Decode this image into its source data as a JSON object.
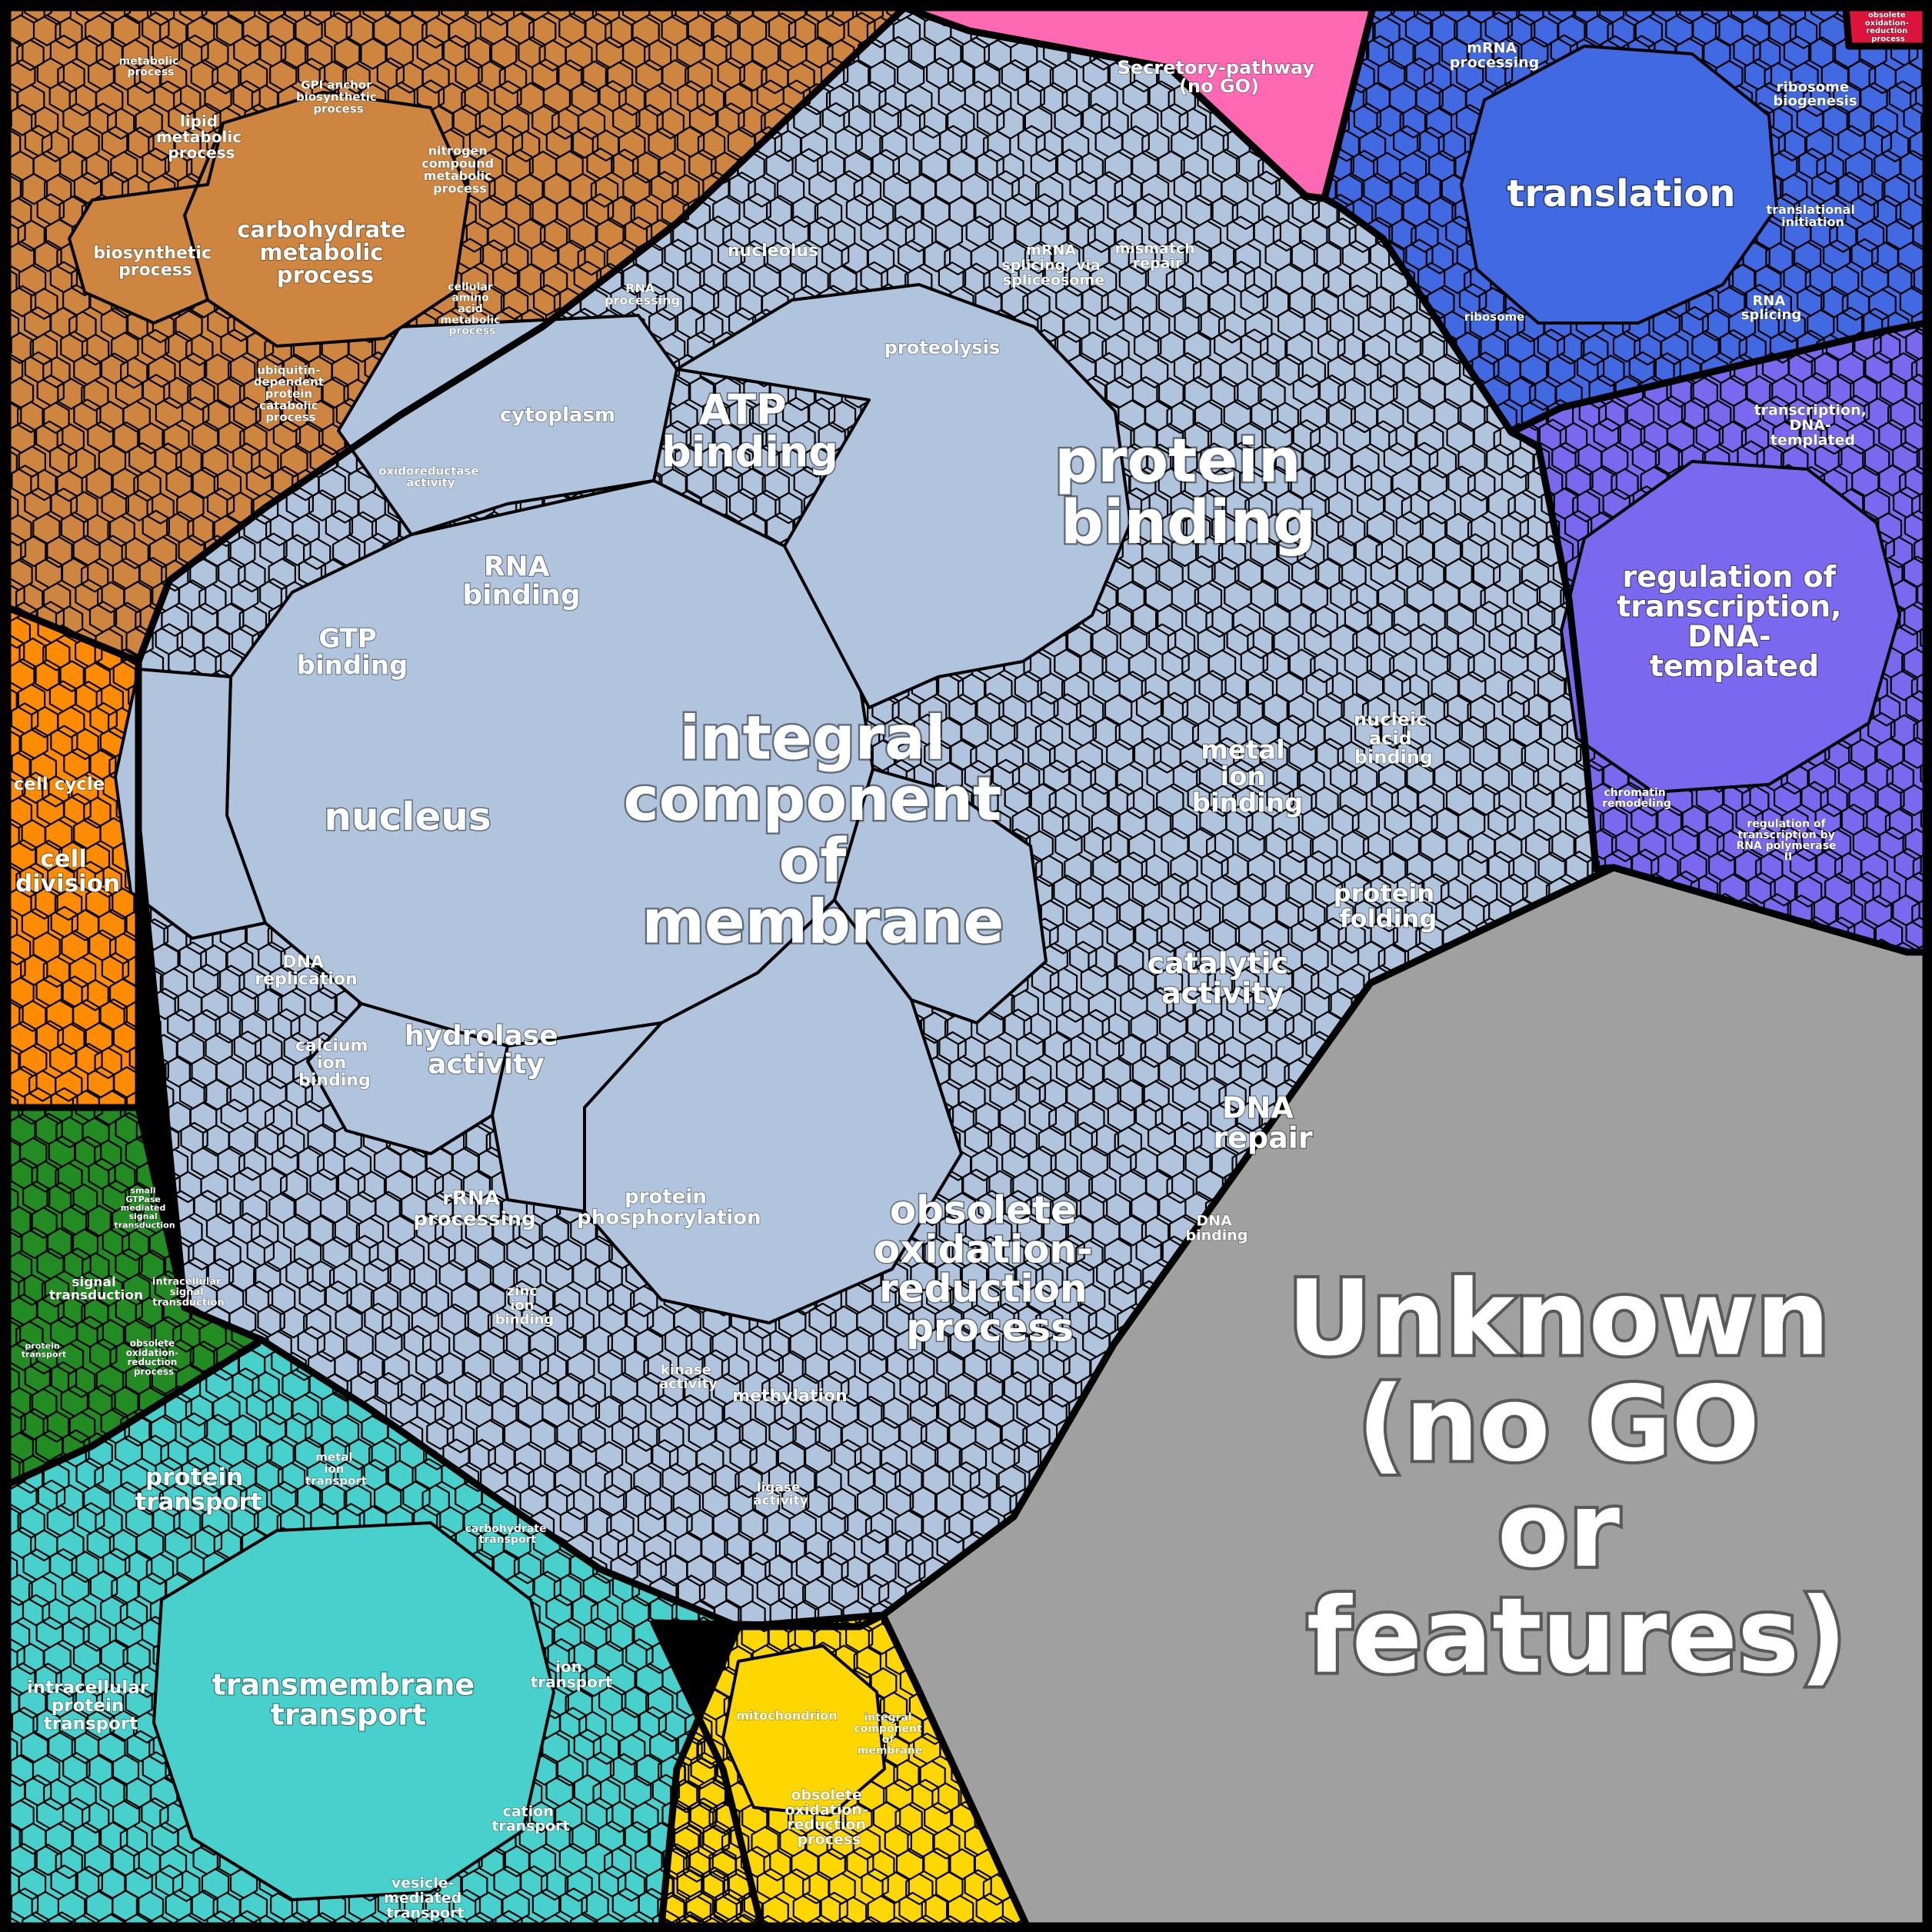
{
  "chart_data": {
    "type": "voronoi-treemap",
    "groups": [
      {
        "name": "Unknown (no GO or features)",
        "color": "#A0A0A0"
      },
      {
        "name": "Secretory-pathway (no GO)",
        "color": "#FF69B4"
      },
      {
        "name": "",
        "color": "#B0C4DE"
      },
      {
        "name": "",
        "color": "#CD853F"
      },
      {
        "name": "",
        "color": "#4169E1"
      },
      {
        "name": "",
        "color": "#7B68EE"
      },
      {
        "name": "",
        "color": "#DC143C"
      },
      {
        "name": "",
        "color": "#FF8C00"
      },
      {
        "name": "",
        "color": "#228B22"
      },
      {
        "name": "",
        "color": "#48D1CC"
      },
      {
        "name": "",
        "color": "#FFD700"
      }
    ],
    "labels": {
      "unknown": "Unknown (no GO or features)",
      "secretory": "Secretory-pathway (no GO)",
      "integral": "integral component of membrane",
      "protein_binding": "protein binding",
      "atp_binding": "ATP binding",
      "proteolysis": "proteolysis",
      "rna_binding": "RNA binding",
      "cytoplasm": "cytoplasm",
      "gtp_binding": "GTP binding",
      "nucleus": "nucleus",
      "hydrolase": "hydrolase activity",
      "metal_ion": "metal ion binding",
      "catalytic": "catalytic activity",
      "protein_folding": "protein folding",
      "nucleic_acid": "nucleic acid binding",
      "dna_repair": "DNA repair",
      "obsolete_ox": "obsolete oxidation-reduction process",
      "protein_phos": "protein phosphorylation",
      "rrna": "rRNA processing",
      "methylation": "methylation",
      "dna_replication": "DNA replication",
      "calcium": "calcium ion binding",
      "zinc": "zinc ion binding",
      "nucleolus": "nucleolus",
      "mrna_splicing": "mRNA splicing, via spliceosome",
      "mismatch": "mismatch repair",
      "rna_processing": "RNA processing",
      "oxidoreductase": "oxidoreductase activity",
      "kinase": "kinase activity",
      "ligase": "ligase activity",
      "dna_binding": "DNA binding",
      "carbohydrate_metabolic": "carbohydrate metabolic process",
      "biosynthetic": "biosynthetic process",
      "lipid_metabolic": "lipid metabolic process",
      "metabolic": "metabolic process",
      "nitrogen": "nitrogen compound metabolic process",
      "cellular_amino": "cellular amino acid metabolic process",
      "ubiquitin": "ubiquitin-dependent protein catabolic process",
      "gpi": "GPI anchor biosynthetic process",
      "translation": "translation",
      "mrna_processing": "mRNA processing",
      "ribosome_biogenesis": "ribosome biogenesis",
      "translational_init": "translational initiation",
      "rna_splicing": "RNA splicing",
      "ribosome": "ribosome",
      "reg_transcription": "regulation of transcription, DNA-templated",
      "transcription": "transcription, DNA-templated",
      "chromatin": "chromatin remodeling",
      "reg_pol2": "regulation of transcription by RNA polymerase II",
      "obsolete_red": "obsolete oxidation-reduction process",
      "cell_cycle": "cell cycle",
      "cell_division": "cell division",
      "signal_transduction": "signal transduction",
      "intracellular_signal": "intracellular signal transduction",
      "small_gtpase": "small GTPase mediated signal transduction",
      "protein_transport_green": "protein transport",
      "obsolete_green": "obsolete oxidation-reduction process",
      "transmembrane": "transmembrane transport",
      "protein_transport": "protein transport",
      "intracellular_pt": "intracellular protein transport",
      "ion_transport": "ion transport",
      "cation_transport": "cation transport",
      "vesicle": "vesicle-mediated transport",
      "carbohydrate_transport": "carbohydrate transport",
      "metal_ion_transport": "metal ion transport",
      "mitochondrion": "mitochondrion",
      "integral_yellow": "integral component of membrane",
      "obsolete_yellow": "obsolete oxidation-reduction process"
    }
  }
}
